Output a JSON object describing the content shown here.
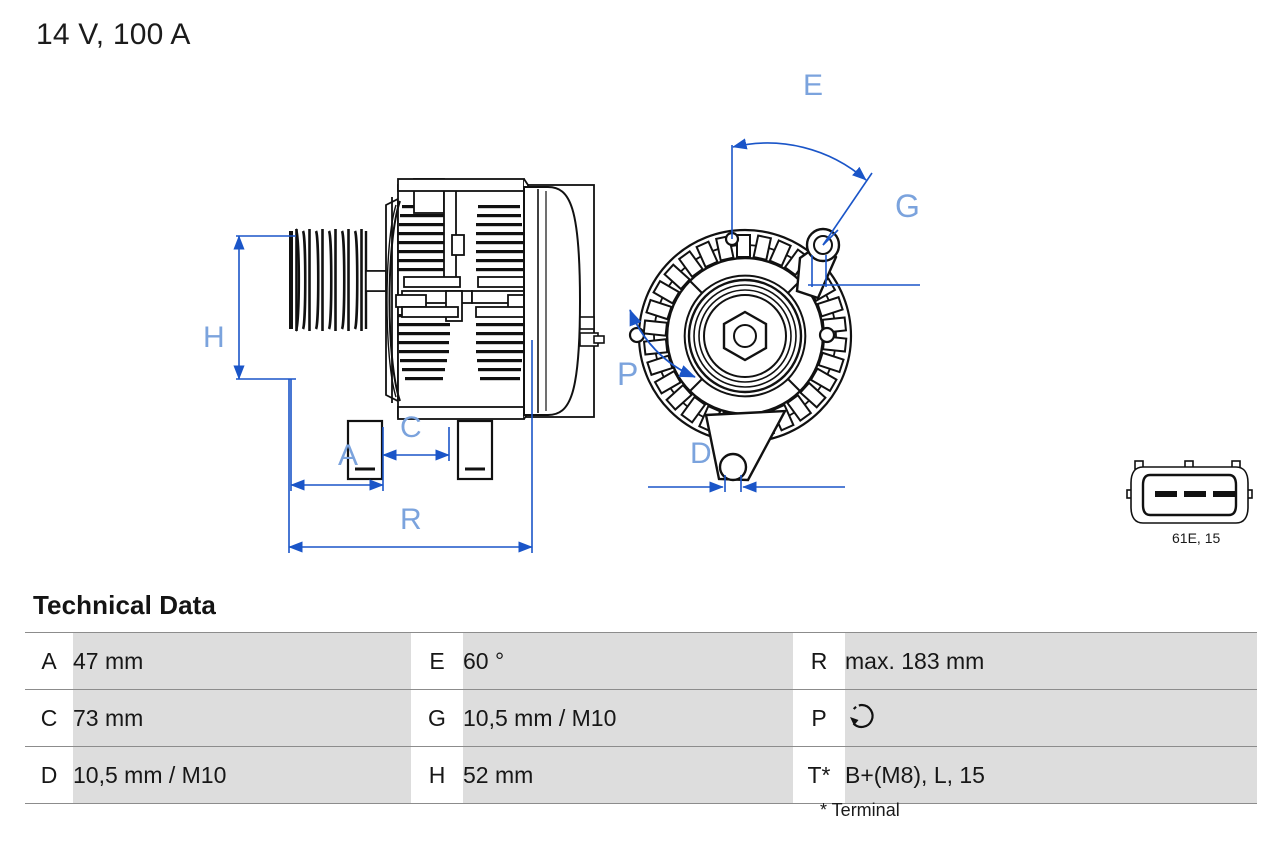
{
  "header": {
    "title": "14 V, 100 A"
  },
  "drawing": {
    "side_view": {
      "name": "alternator-side-view",
      "dimension_labels": [
        "H",
        "A",
        "C",
        "R"
      ]
    },
    "front_view": {
      "name": "alternator-front-view",
      "dimension_labels": [
        "E",
        "G",
        "P",
        "D"
      ]
    },
    "connector": {
      "label": "61E, 15",
      "pins": 3
    },
    "colors": {
      "dimension_line": "#1a55c8",
      "dimension_label": "#7ba3dd",
      "outline": "#111111"
    }
  },
  "technical_data": {
    "heading": "Technical Data",
    "footnote": "* Terminal",
    "rows": [
      [
        {
          "key": "A",
          "value": "47 mm"
        },
        {
          "key": "E",
          "value": "60 °"
        },
        {
          "key": "R",
          "value": "max. 183 mm"
        }
      ],
      [
        {
          "key": "C",
          "value": "73 mm"
        },
        {
          "key": "G",
          "value": "10,5 mm / M10"
        },
        {
          "key": "P",
          "value": "",
          "icon": "rotation-ccw-icon"
        }
      ],
      [
        {
          "key": "D",
          "value": "10,5 mm / M10"
        },
        {
          "key": "H",
          "value": "52 mm"
        },
        {
          "key": "T*",
          "value": "B+(M8), L, 15"
        }
      ]
    ]
  }
}
